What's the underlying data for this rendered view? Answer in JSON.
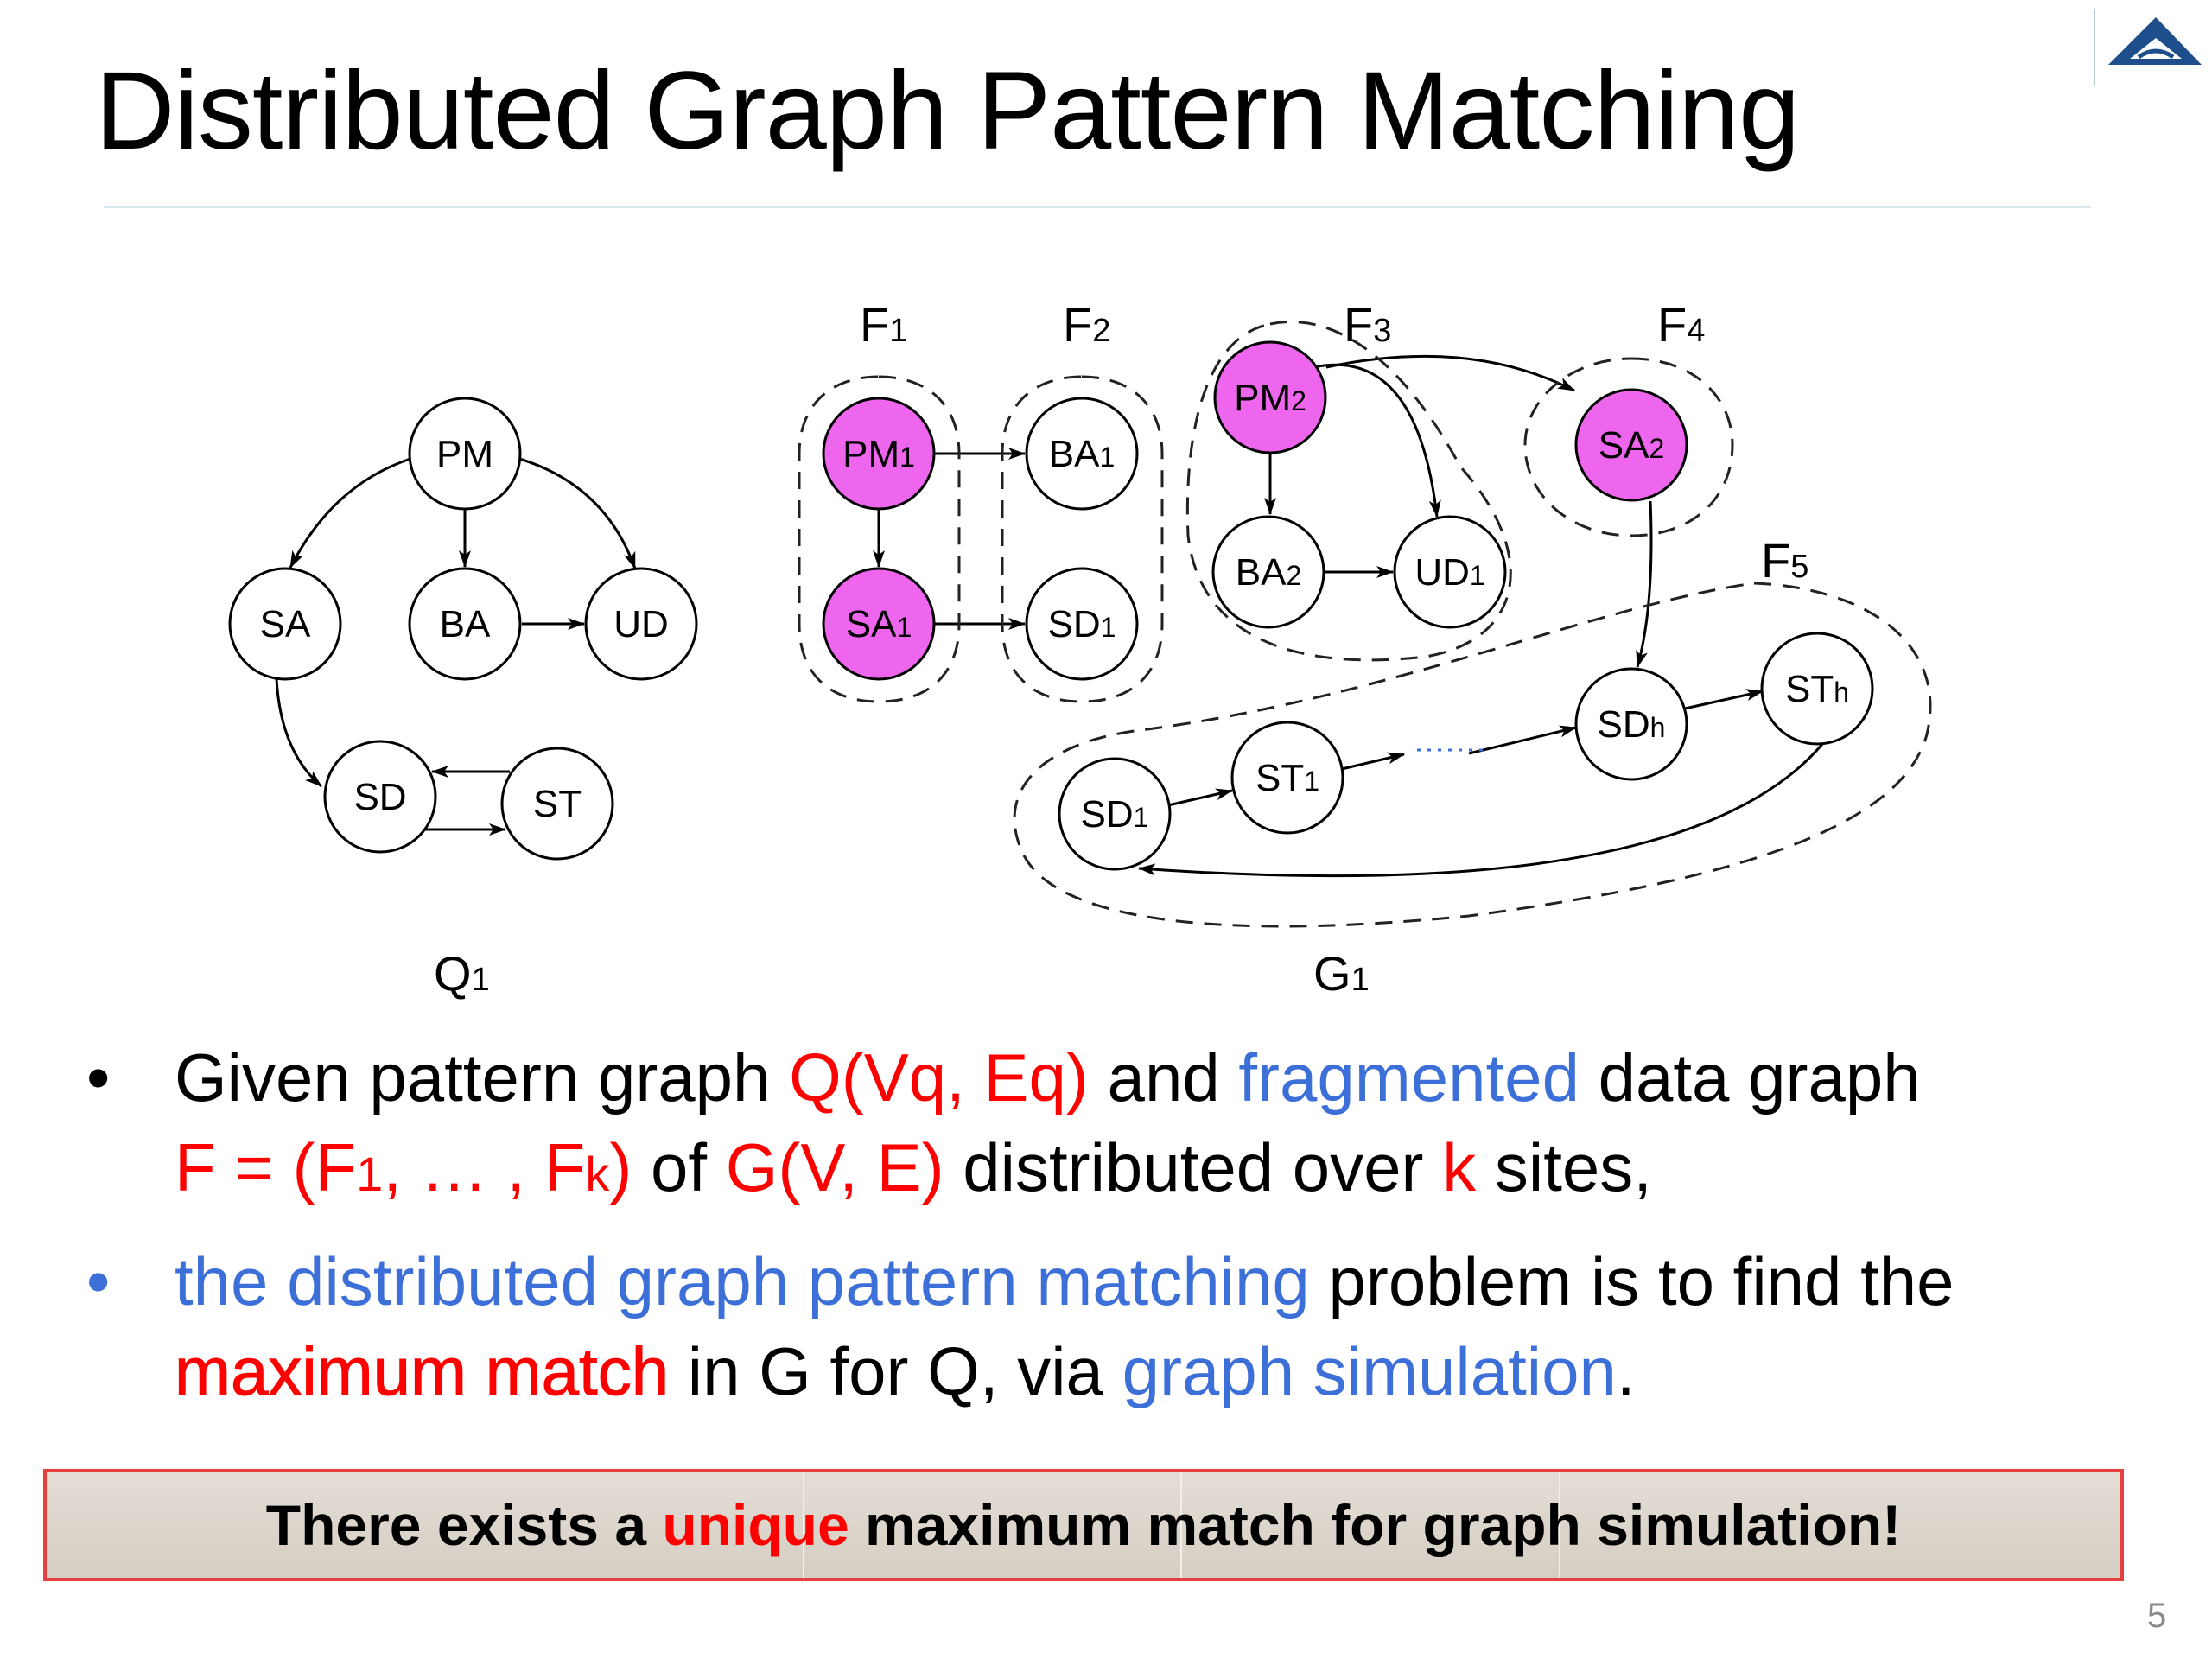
{
  "title": "Distributed Graph Pattern Matching",
  "page_number": "5",
  "logo_icon": "university-logo-icon",
  "colors": {
    "highlight_node": "#ee66ee",
    "red": "#ff0000",
    "blue": "#3d6fd9",
    "callout_border": "#e54040"
  },
  "diagram": {
    "pattern_nodes": [
      "PM",
      "SA",
      "BA",
      "UD",
      "SD",
      "ST"
    ],
    "pattern_label": {
      "main": "Q",
      "sub": "1"
    },
    "data_label": {
      "main": "G",
      "sub": "1"
    },
    "fragments": [
      {
        "main": "F",
        "sub": "1"
      },
      {
        "main": "F",
        "sub": "2"
      },
      {
        "main": "F",
        "sub": "3"
      },
      {
        "main": "F",
        "sub": "4"
      },
      {
        "main": "F",
        "sub": "5"
      }
    ],
    "data_nodes": [
      {
        "main": "PM",
        "sub": "1"
      },
      {
        "main": "SA",
        "sub": "1"
      },
      {
        "main": "BA",
        "sub": "1"
      },
      {
        "main": "SD",
        "sub": "1"
      },
      {
        "main": "PM",
        "sub": "2"
      },
      {
        "main": "BA",
        "sub": "2"
      },
      {
        "main": "UD",
        "sub": "1"
      },
      {
        "main": "SA",
        "sub": "2"
      },
      {
        "main": "SD",
        "sub": "h"
      },
      {
        "main": "ST",
        "sub": "h"
      },
      {
        "main": "ST",
        "sub": "1"
      },
      {
        "main": "SD",
        "sub": "1"
      }
    ]
  },
  "bullets": [
    {
      "marker": "•",
      "lines": [
        [
          {
            "text": "Given pattern graph ",
            "color": "black"
          },
          {
            "text": "Q(Vq, Eq)",
            "color": "red"
          },
          {
            "text": " and ",
            "color": "black"
          },
          {
            "text": "fragmented",
            "color": "blue"
          },
          {
            "text": " data graph",
            "color": "black"
          }
        ],
        [
          {
            "text": "F = (F",
            "color": "red"
          },
          {
            "text": "1",
            "color": "red",
            "small": true
          },
          {
            "text": ",  … , F",
            "color": "red"
          },
          {
            "text": "k",
            "color": "red",
            "small": true
          },
          {
            "text": ")",
            "color": "red"
          },
          {
            "text": " of ",
            "color": "black"
          },
          {
            "text": "G(V, E)",
            "color": "red"
          },
          {
            "text": " distributed over ",
            "color": "black"
          },
          {
            "text": "k",
            "color": "red"
          },
          {
            "text": " sites,",
            "color": "black"
          }
        ]
      ]
    },
    {
      "marker": "•",
      "marker_color": "blue",
      "lines": [
        [
          {
            "text": "the distributed graph pattern matching",
            "color": "blue"
          },
          {
            "text": " problem is to find the",
            "color": "black"
          }
        ],
        [
          {
            "text": "maximum match",
            "color": "red"
          },
          {
            "text": " in G for Q, via ",
            "color": "black"
          },
          {
            "text": "graph simulation",
            "color": "blue"
          },
          {
            "text": ".",
            "color": "black"
          }
        ]
      ]
    }
  ],
  "callout": {
    "before": "There exists a ",
    "highlight": "unique",
    "after": " maximum match for graph simulation!"
  }
}
